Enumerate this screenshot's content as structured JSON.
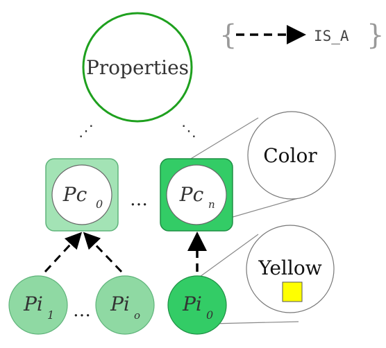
{
  "legend": {
    "relation_label": "IS_A",
    "left_brace": "{",
    "right_brace": "}"
  },
  "nodes": {
    "root": {
      "label": "Properties"
    },
    "pc0": {
      "base": "Pc",
      "sub": "0"
    },
    "pcn": {
      "base": "Pc",
      "sub": "n"
    },
    "pi1": {
      "base": "Pi",
      "sub": "1"
    },
    "pio": {
      "base": "Pi",
      "sub": "o"
    },
    "pi0": {
      "base": "Pi",
      "sub": "0"
    },
    "color_callout": {
      "label": "Color"
    },
    "yellow_callout": {
      "label": "Yellow",
      "swatch_color": "#ffff00"
    }
  },
  "ellipses": {
    "mid_row": "…",
    "bottom_row": "…",
    "root_left": "⋰",
    "root_right": "⋱"
  },
  "colors": {
    "root_stroke": "#1ea01e",
    "pc0_box": "#a3e3b5",
    "pc0_box_stroke": "#5fb37a",
    "pcn_box": "#33cc66",
    "pcn_box_stroke": "#1e8f44",
    "pi_light": "#8fd9a3",
    "pi_dark": "#33cc66",
    "callout_stroke": "#888888"
  }
}
